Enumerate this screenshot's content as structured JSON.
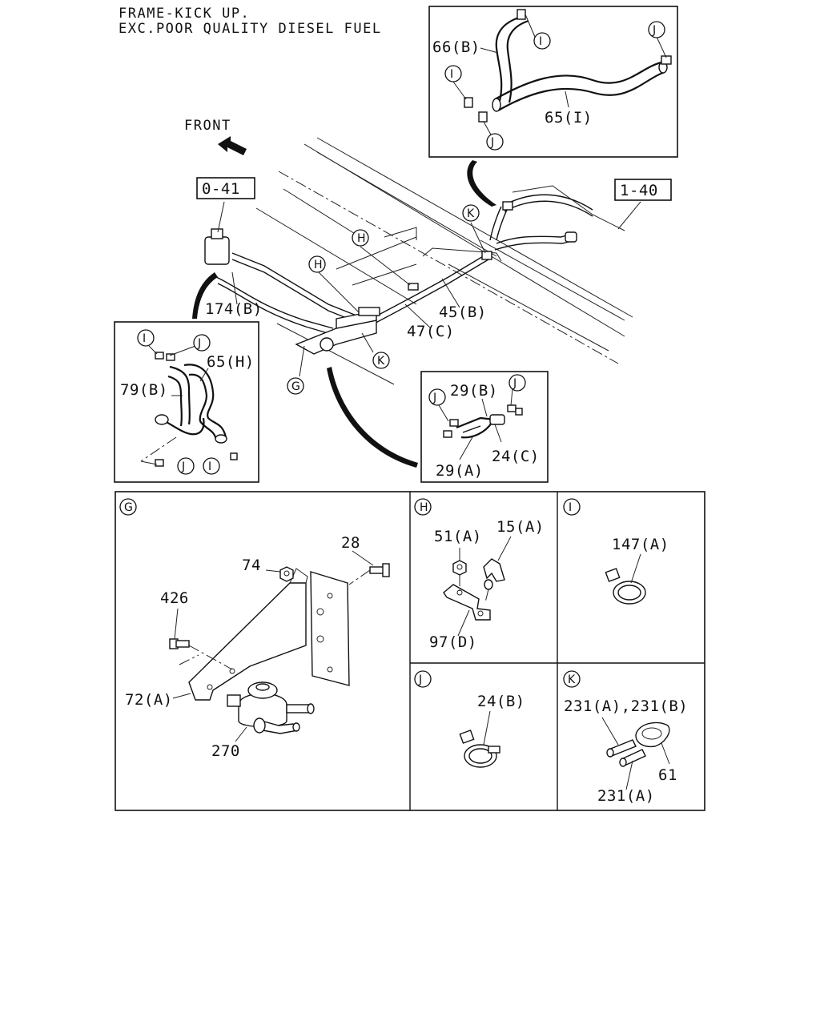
{
  "header": {
    "line1": "FRAME-KICK UP.",
    "line2": "EXC.POOR QUALITY DIESEL FUEL"
  },
  "front_label": "FRONT",
  "refs": {
    "r041": "0-41",
    "r140": "1-40"
  },
  "main_labels": {
    "p174B": "174(B)",
    "p47C": "47(C)",
    "p45B": "45(B)"
  },
  "callouts": {
    "H": "H",
    "K": "K",
    "G": "G",
    "I": "I",
    "J": "J"
  },
  "inset_top": {
    "p66B": "66(B)",
    "p65I": "65(I)"
  },
  "inset_left": {
    "p79B": "79(B)",
    "p65H": "65(H)"
  },
  "inset_mid": {
    "p29B": "29(B)",
    "p24C": "24(C)",
    "p29A": "29(A)"
  },
  "detail_G": {
    "p28": "28",
    "p74": "74",
    "p426": "426",
    "p72A": "72(A)",
    "p270": "270"
  },
  "detail_H": {
    "p51A": "51(A)",
    "p15A": "15(A)",
    "p97D": "97(D)"
  },
  "detail_I": {
    "p147A": "147(A)"
  },
  "detail_J": {
    "p24B": "24(B)"
  },
  "detail_K": {
    "p231AB": "231(A),231(B)",
    "p61": "61",
    "p231A": "231(A)"
  }
}
